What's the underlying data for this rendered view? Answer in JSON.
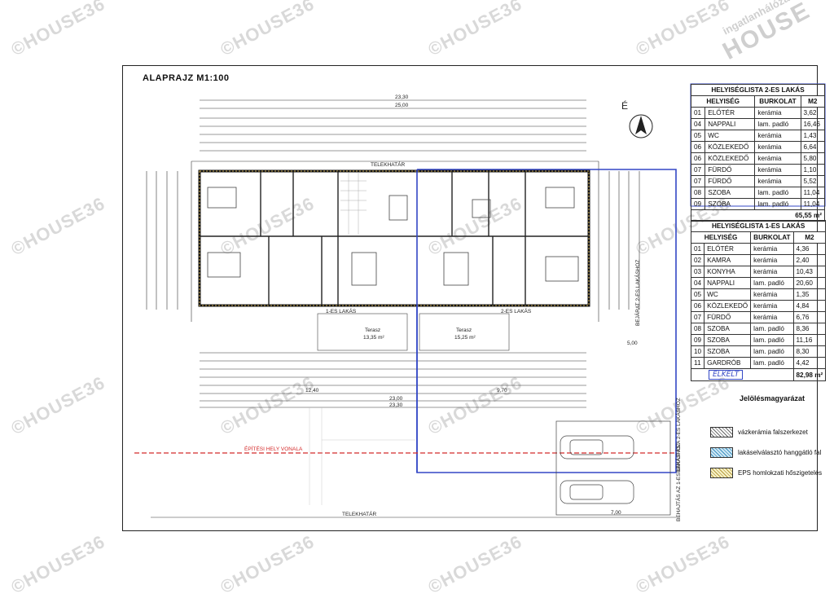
{
  "sheet": {
    "title": "ALAPRAJZ   M1:100",
    "watermark": "©HOUSE36",
    "stamp_line1": "ingatlanhálózat",
    "stamp_line2": "HOUSE"
  },
  "plan": {
    "property_line_top": "TELEKHATÁR",
    "property_line_bottom": "TELEKHATÁR",
    "building_line": "ÉPÍTÉSI HELY VONALA",
    "north": "É",
    "flat1_label": "1-ES LAKÁS",
    "flat2_label": "2-ES LAKÁS",
    "terrace1": "Terasz",
    "terrace1_area": "13,35 m²",
    "terrace2": "Terasz",
    "terrace2_area": "15,25 m²",
    "entrance2": "BEJÁRAT 2-ES LAKÁSHOZ",
    "drive_in_1": "BEHAJTÁS AZ 1-ES LAKÁSHOZ",
    "drive_in_2": "BEHAJTÁS A 2-ES LAKÁSHOZ",
    "dim_top_total": "25,00",
    "dim_top_overall": "23,30",
    "dim_bottom_total": "23,00",
    "dim_bottom_overall": "23,30",
    "dim_7_00": "7,00",
    "dim_5_00": "5,00",
    "dim_12_40": "12,40",
    "dim_9_70": "9,70"
  },
  "schedule2": {
    "title": "HELYISÉGLISTA 2-ES LAKÁS",
    "columns": [
      "HELYISÉG",
      "BURKOLAT",
      "M2"
    ],
    "rows": [
      [
        "01",
        "ELŐTÉR",
        "kerámia",
        "3,62"
      ],
      [
        "04",
        "NAPPALI",
        "lam. padló",
        "16,46"
      ],
      [
        "05",
        "WC",
        "kerámia",
        "1,43"
      ],
      [
        "06",
        "KÖZLEKEDŐ",
        "kerámia",
        "6,64"
      ],
      [
        "06",
        "KÖZLEKEDŐ",
        "kerámia",
        "5,80"
      ],
      [
        "07",
        "FÜRDŐ",
        "kerámia",
        "1,10"
      ],
      [
        "07",
        "FÜRDŐ",
        "kerámia",
        "5,52"
      ],
      [
        "08",
        "SZOBA",
        "lam. padló",
        "11,04"
      ],
      [
        "09",
        "SZOBA",
        "lam. padló",
        "11,04"
      ]
    ],
    "total": "65,55 m²"
  },
  "schedule1": {
    "title": "HELYISÉGLISTA 1-ES LAKÁS",
    "columns": [
      "HELYISÉG",
      "BURKOLAT",
      "M2"
    ],
    "rows": [
      [
        "01",
        "ELŐTÉR",
        "kerámia",
        "4,36"
      ],
      [
        "02",
        "KAMRA",
        "kerámia",
        "2,40"
      ],
      [
        "03",
        "KONYHA",
        "kerámia",
        "10,43"
      ],
      [
        "04",
        "NAPPALI",
        "lam. padló",
        "20,60"
      ],
      [
        "05",
        "WC",
        "kerámia",
        "1,35"
      ],
      [
        "06",
        "KÖZLEKEDŐ",
        "kerámia",
        "4,84"
      ],
      [
        "07",
        "FÜRDŐ",
        "kerámia",
        "6,76"
      ],
      [
        "08",
        "SZOBA",
        "lam. padló",
        "8,36"
      ],
      [
        "09",
        "SZOBA",
        "lam. padló",
        "11,16"
      ],
      [
        "10",
        "SZOBA",
        "lam. padló",
        "8,30"
      ],
      [
        "11",
        "GARDRÓB",
        "lam. padló",
        "4,42"
      ]
    ],
    "total": "82,98 m²",
    "handwritten": "ELKELT"
  },
  "legend": {
    "title": "Jelölésmagyarázat",
    "items": [
      "vázkerámia falszerkezet",
      "lakáselválasztó hanggátló fal",
      "EPS homlokzati hőszigetelés"
    ]
  },
  "colors": {
    "ink_blue": "#3347c5",
    "building_line_red": "#d42a2a",
    "wall_hatch": "#666666"
  }
}
